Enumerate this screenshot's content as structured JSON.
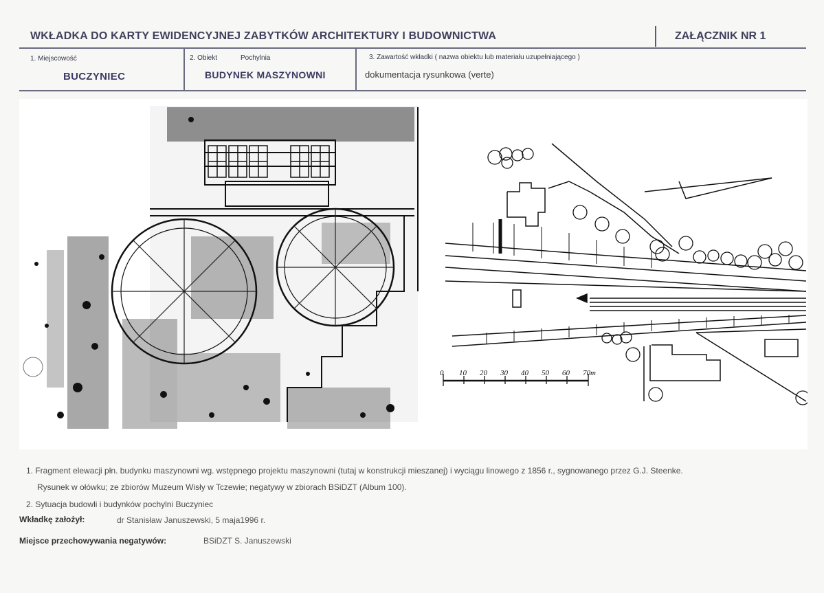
{
  "header": {
    "title": "WKŁADKA DO KARTY EWIDENCYJNEJ ZABYTKÓW ARCHITEKTURY I BUDOWNICTWA",
    "annex": "ZAŁĄCZNIK NR 1"
  },
  "fields": {
    "locality_label": "1. Miejscowość",
    "locality_value": "BUCZYNIEC",
    "object_label": "2. Obiekt",
    "object_sublabel": "Pochylnia",
    "object_value": "BUDYNEK MASZYNOWNI",
    "content_label": "3. Zawartość wkładki ( nazwa obiektu lub materiału uzupełniającego )",
    "content_value": "dokumentacja rysunkowa (verte)"
  },
  "figures": {
    "left_icon": "elevation-drawing-icon",
    "right_icon": "site-plan-icon",
    "scale_labels": [
      "0",
      "10",
      "20",
      "30",
      "40",
      "50",
      "60",
      "70m"
    ]
  },
  "captions": {
    "line1": "1. Fragment elewacji płn. budynku maszynowni wg. wstępnego projektu maszynowni (tutaj w konstrukcji mieszanej) i wyciągu linowego z 1856 r., sygnowanego przez G.J. Steenke.",
    "line2": "Rysunek w ołówku; ze zbiorów Muzeum Wisły w Tczewie; negatywy w zbiorach BSiDZT (Album 100).",
    "line3": "2. Sytuacja budowli i budynków pochylni Buczyniec"
  },
  "meta": {
    "author_label": "Wkładkę założył:",
    "author_value": "dr Stanisław Januszewski, 5 maja1996 r.",
    "storage_label": "Miejsce przechowywania negatywów:",
    "storage_value": "BSiDZT S. Januszewski"
  }
}
